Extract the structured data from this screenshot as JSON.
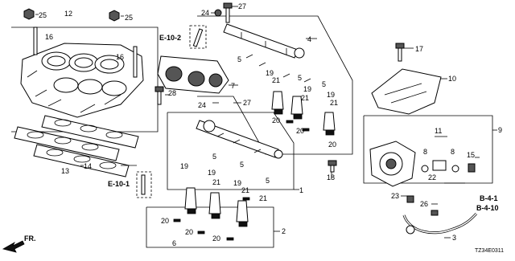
{
  "callouts": {
    "n1": "1",
    "n2": "2",
    "n3": "3",
    "n4": "4",
    "n5a": "5",
    "n5b": "5",
    "n5c": "5",
    "n5d": "5",
    "n5e": "5",
    "n5f": "5",
    "n6": "6",
    "n7": "7",
    "n8a": "8",
    "n8b": "8",
    "n9": "9",
    "n10": "10",
    "n11": "11",
    "n12": "12",
    "n13": "13",
    "n14": "14",
    "n15": "15",
    "n16a": "16",
    "n16b": "16",
    "n17": "17",
    "n18": "18",
    "n19a": "19",
    "n19b": "19",
    "n19c": "19",
    "n19d": "19",
    "n19e": "19",
    "n19f": "19",
    "n20a": "20",
    "n20b": "20",
    "n20c": "20",
    "n20d": "20",
    "n20e": "20",
    "n20f": "20",
    "n21a": "21",
    "n21b": "21",
    "n21c": "21",
    "n21d": "21",
    "n21e": "21",
    "n21f": "21",
    "n22": "22",
    "n23": "23",
    "n24a": "24",
    "n24b": "24",
    "n25a": "25",
    "n25b": "25",
    "n26": "26",
    "n27a": "27",
    "n27b": "27",
    "n28": "28"
  },
  "references": {
    "e102": "E-10-2",
    "e101": "E-10-1",
    "b41": "B-4-1",
    "b410": "B-4-10"
  },
  "front_label": "FR.",
  "diagram_code": "TZ34E0311"
}
